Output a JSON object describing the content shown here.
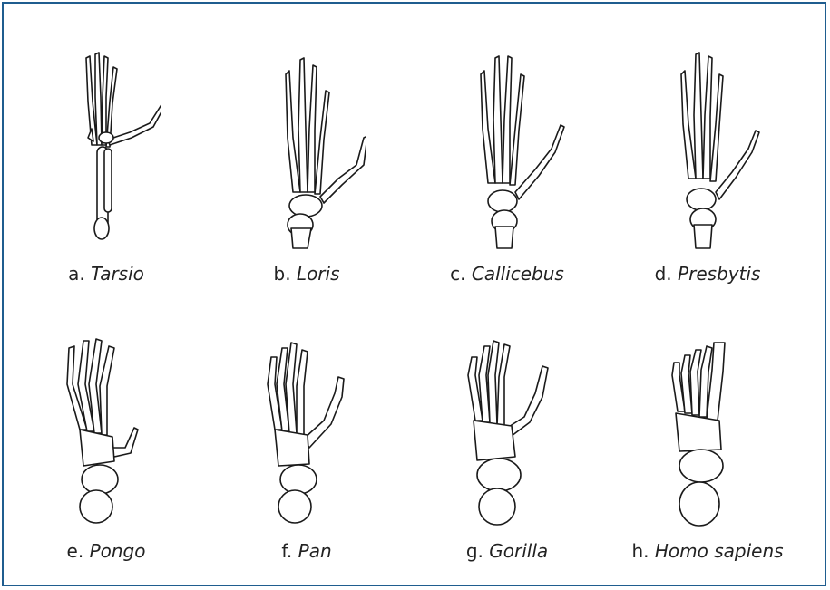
{
  "panels": [
    {
      "letter": "a.",
      "species": "Tarsio",
      "icon": "tarsier-foot-skeleton"
    },
    {
      "letter": "b.",
      "species": "Loris",
      "icon": "loris-foot-skeleton"
    },
    {
      "letter": "c.",
      "species": "Callicebus",
      "icon": "callicebus-foot-skeleton"
    },
    {
      "letter": "d.",
      "species": "Presbytis",
      "icon": "presbytis-foot-skeleton"
    },
    {
      "letter": "e.",
      "species": "Pongo",
      "icon": "pongo-foot-skeleton"
    },
    {
      "letter": "f.",
      "species": "Pan",
      "icon": "pan-foot-skeleton"
    },
    {
      "letter": "g.",
      "species": "Gorilla",
      "icon": "gorilla-foot-skeleton"
    },
    {
      "letter": "h.",
      "species": "Homo sapiens",
      "icon": "human-foot-skeleton"
    }
  ],
  "colors": {
    "border": "#1f5d8f",
    "line": "#1a1a1a"
  }
}
